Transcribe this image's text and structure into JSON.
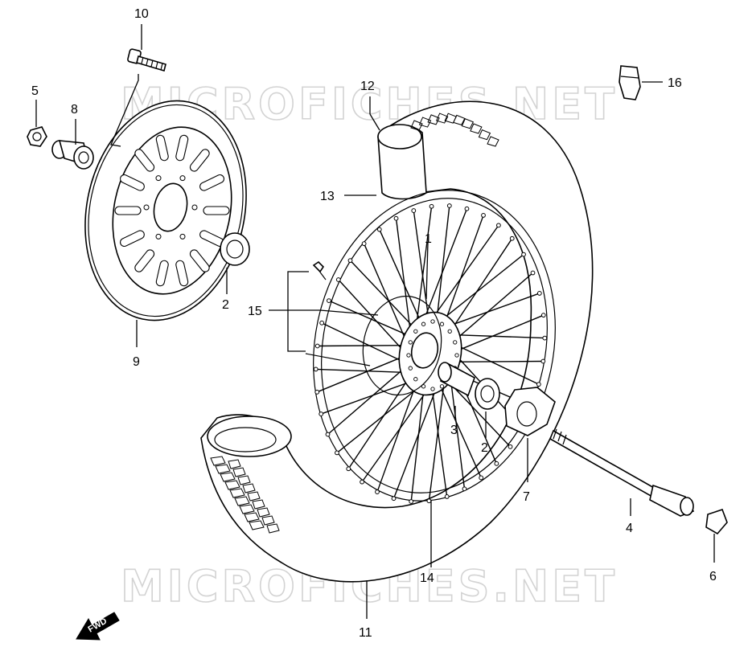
{
  "watermarks": [
    "MICROFICHES.NET",
    "MICROFICHES.NET"
  ],
  "direction_label": "FWD",
  "callouts": {
    "c1": "1",
    "c2a": "2",
    "c2b": "2",
    "c3": "3",
    "c4": "4",
    "c5": "5",
    "c6": "6",
    "c7": "7",
    "c8": "8",
    "c9": "9",
    "c10": "10",
    "c11": "11",
    "c12": "12",
    "c13": "13",
    "c14": "14",
    "c15": "15",
    "c16": "16"
  }
}
